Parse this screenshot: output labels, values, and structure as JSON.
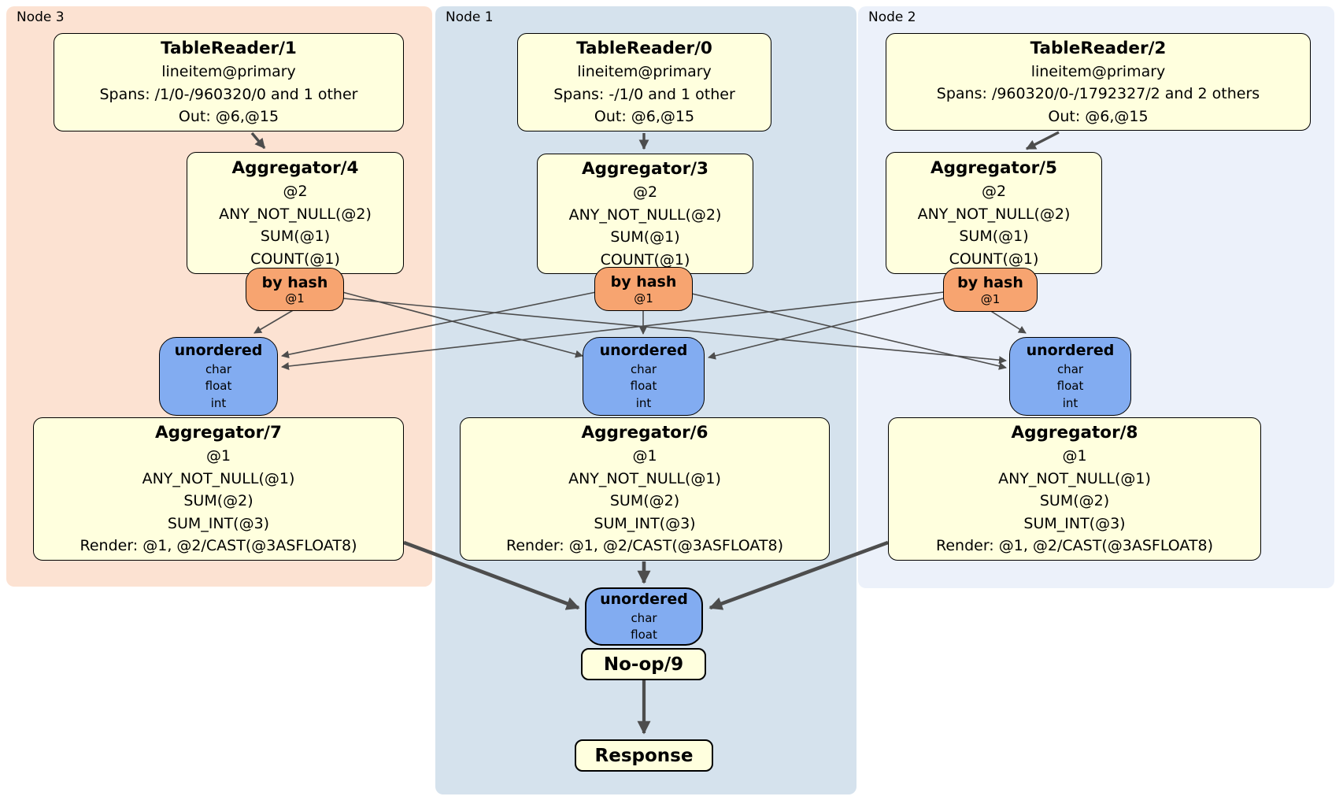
{
  "colors": {
    "node3_bg": "#fce2d2",
    "node1_bg": "#d5e2ed",
    "node2_bg": "#ecf1fa",
    "processor_fill": "#ffffde",
    "hash_router_fill": "#f7a470",
    "sync_fill": "#82acf1",
    "edge": "#4d4d4d",
    "border": "#000000"
  },
  "node3": {
    "label": "Node 3",
    "table_reader": {
      "title": "TableReader/1",
      "rows": [
        "lineitem@primary",
        "Spans: /1/0-/960320/0 and 1 other",
        "Out: @6,@15"
      ]
    },
    "pre_aggregator": {
      "title": "Aggregator/4",
      "rows": [
        "@2",
        "ANY_NOT_NULL(@2)",
        "SUM(@1)",
        "COUNT(@1)"
      ]
    },
    "hash_router": {
      "title": "by hash",
      "key": "@1"
    },
    "sync": {
      "title": "unordered",
      "rows": [
        "char",
        "float",
        "int"
      ]
    },
    "final_aggregator": {
      "title": "Aggregator/7",
      "rows": [
        "@1",
        "ANY_NOT_NULL(@1)",
        "SUM(@2)",
        "SUM_INT(@3)",
        "Render: @1, @2/CAST(@3ASFLOAT8)"
      ]
    }
  },
  "node1": {
    "label": "Node 1",
    "table_reader": {
      "title": "TableReader/0",
      "rows": [
        "lineitem@primary",
        "Spans: -/1/0 and 1 other",
        "Out: @6,@15"
      ]
    },
    "pre_aggregator": {
      "title": "Aggregator/3",
      "rows": [
        "@2",
        "ANY_NOT_NULL(@2)",
        "SUM(@1)",
        "COUNT(@1)"
      ]
    },
    "hash_router": {
      "title": "by hash",
      "key": "@1"
    },
    "sync": {
      "title": "unordered",
      "rows": [
        "char",
        "float",
        "int"
      ]
    },
    "final_aggregator": {
      "title": "Aggregator/6",
      "rows": [
        "@1",
        "ANY_NOT_NULL(@1)",
        "SUM(@2)",
        "SUM_INT(@3)",
        "Render: @1, @2/CAST(@3ASFLOAT8)"
      ]
    },
    "final_sync": {
      "title": "unordered",
      "rows": [
        "char",
        "float"
      ]
    },
    "noop": {
      "title": "No-op/9"
    },
    "response": {
      "title": "Response"
    }
  },
  "node2": {
    "label": "Node 2",
    "table_reader": {
      "title": "TableReader/2",
      "rows": [
        "lineitem@primary",
        "Spans: /960320/0-/1792327/2 and 2 others",
        "Out: @6,@15"
      ]
    },
    "pre_aggregator": {
      "title": "Aggregator/5",
      "rows": [
        "@2",
        "ANY_NOT_NULL(@2)",
        "SUM(@1)",
        "COUNT(@1)"
      ]
    },
    "hash_router": {
      "title": "by hash",
      "key": "@1"
    },
    "sync": {
      "title": "unordered",
      "rows": [
        "char",
        "float",
        "int"
      ]
    },
    "final_aggregator": {
      "title": "Aggregator/8",
      "rows": [
        "@1",
        "ANY_NOT_NULL(@1)",
        "SUM(@2)",
        "SUM_INT(@3)",
        "Render: @1, @2/CAST(@3ASFLOAT8)"
      ]
    }
  }
}
